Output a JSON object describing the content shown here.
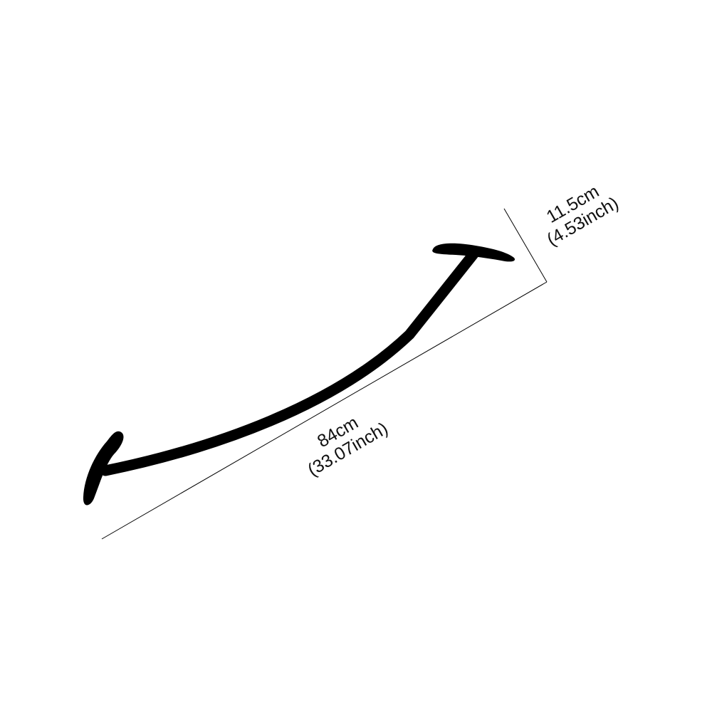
{
  "diagram": {
    "shape": "curved-double-arrow",
    "colors": {
      "shape": "#000000",
      "dimension_line": "#000000",
      "text": "#111111",
      "background": "#ffffff"
    },
    "length": {
      "metric": "84cm",
      "imperial": "(33.07inch)"
    },
    "height": {
      "metric": "11.5cm",
      "imperial": "(4.53inch)"
    }
  }
}
